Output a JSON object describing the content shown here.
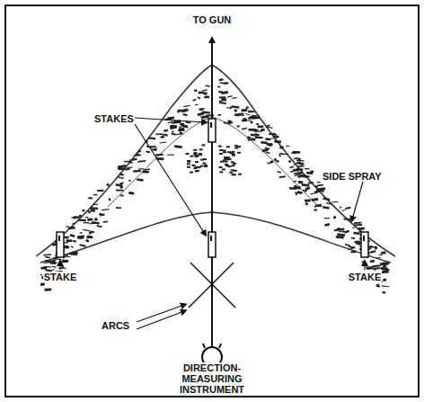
{
  "diagram": {
    "labels": [
      "TO GUN",
      "STAKES",
      "SIDE SPRAY",
      "STAKE",
      "ARCS",
      "STAKE",
      "DIRECTION-MEASURING INSTRUMENT"
    ]
  }
}
